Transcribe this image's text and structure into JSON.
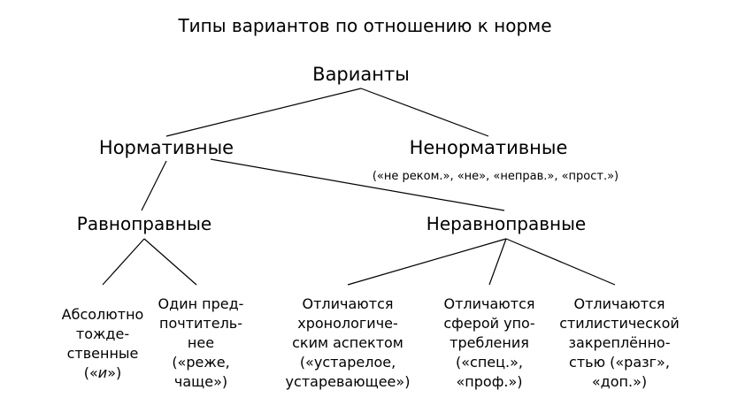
{
  "title": "Типы вариантов по отношению к норме",
  "root": {
    "label": "Варианты"
  },
  "normative": {
    "label": "Нормативные"
  },
  "nonnormative": {
    "label": "Ненормативные",
    "marks": "(«не реком.», «не», «неправ.»,  «прост.»)"
  },
  "equal": {
    "label": "Равноправные"
  },
  "unequal": {
    "label": "Неравноправные"
  },
  "leaves": {
    "absolute": {
      "lines": [
        "Абсолютно",
        "тожде-",
        "ственные"
      ],
      "mark_open": "(«",
      "mark_word": "и",
      "mark_close": "»)"
    },
    "preferred": {
      "lines": [
        "Один пред-",
        "почтитель-",
        "нее",
        "(«реже,",
        "чаще»)"
      ]
    },
    "chronological": {
      "lines": [
        "Отличаются",
        "хронологиче-",
        "ским аспектом",
        "(«устарелое,",
        "устаревающее»)"
      ]
    },
    "sphere": {
      "lines": [
        "Отличаются",
        "сферой упо-",
        "требления",
        "(«спец.»,",
        "«проф.»)"
      ]
    },
    "stylistic": {
      "lines": [
        "Отличаются",
        "стилистической",
        "закреплённо-",
        "стью («разг»,",
        "«доп.»)"
      ]
    }
  }
}
